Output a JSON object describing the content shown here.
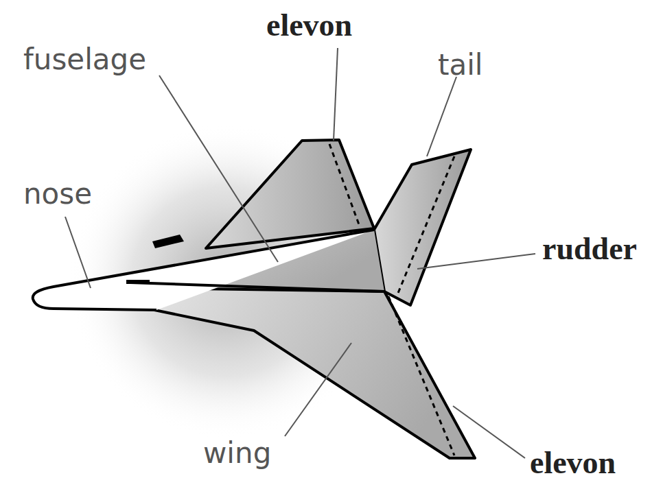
{
  "diagram": {
    "labels": [
      "elevon",
      "fuselage",
      "tail",
      "nose",
      "rudder",
      "wing",
      "elevon"
    ]
  }
}
